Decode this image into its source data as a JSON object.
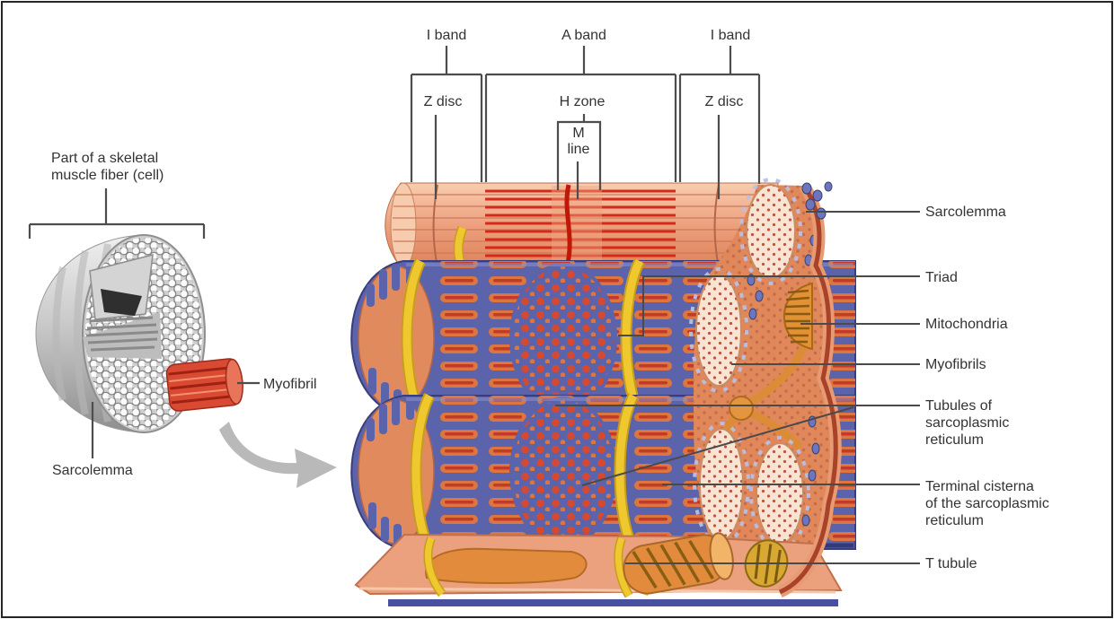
{
  "figure_type": "Skeletal muscle fiber anatomy diagram",
  "inset": {
    "caption_line1": "Part of a skeletal",
    "caption_line2": "muscle fiber (cell)",
    "sarcolemma": "Sarcolemma",
    "myofibril": "Myofibril"
  },
  "sarcomere_labels": {
    "i_band_left": "I band",
    "a_band": "A band",
    "i_band_right": "I band",
    "z_disc_left": "Z disc",
    "h_zone": "H zone",
    "z_disc_right": "Z disc",
    "m_line_top": "M",
    "m_line_bottom": "line"
  },
  "structure_labels": {
    "sarcolemma": "Sarcolemma",
    "triad": "Triad",
    "mitochondria": "Mitochondria",
    "myofibrils": "Myofibrils",
    "tubules_line1": "Tubules of",
    "tubules_line2": "sarcoplasmic",
    "tubules_line3": "reticulum",
    "terminal_line1": "Terminal cisterna",
    "terminal_line2": "of the sarcoplasmic",
    "terminal_line3": "reticulum",
    "t_tubule": "T tubule"
  },
  "colors": {
    "myofibril_salmon": "#EDA07E",
    "filament_red": "#D5291A",
    "sr_blue": "#5B63AB",
    "t_tubule_yellow": "#EFC72E",
    "mitochondria_orange": "#E28B3C",
    "cross_section_cream": "#F8E4D2",
    "sarcolemma_membrane": "#A8432A",
    "label_text": "#333333",
    "leader_line": "#4a4a4a",
    "inset_gray": "#BFBFBF"
  }
}
